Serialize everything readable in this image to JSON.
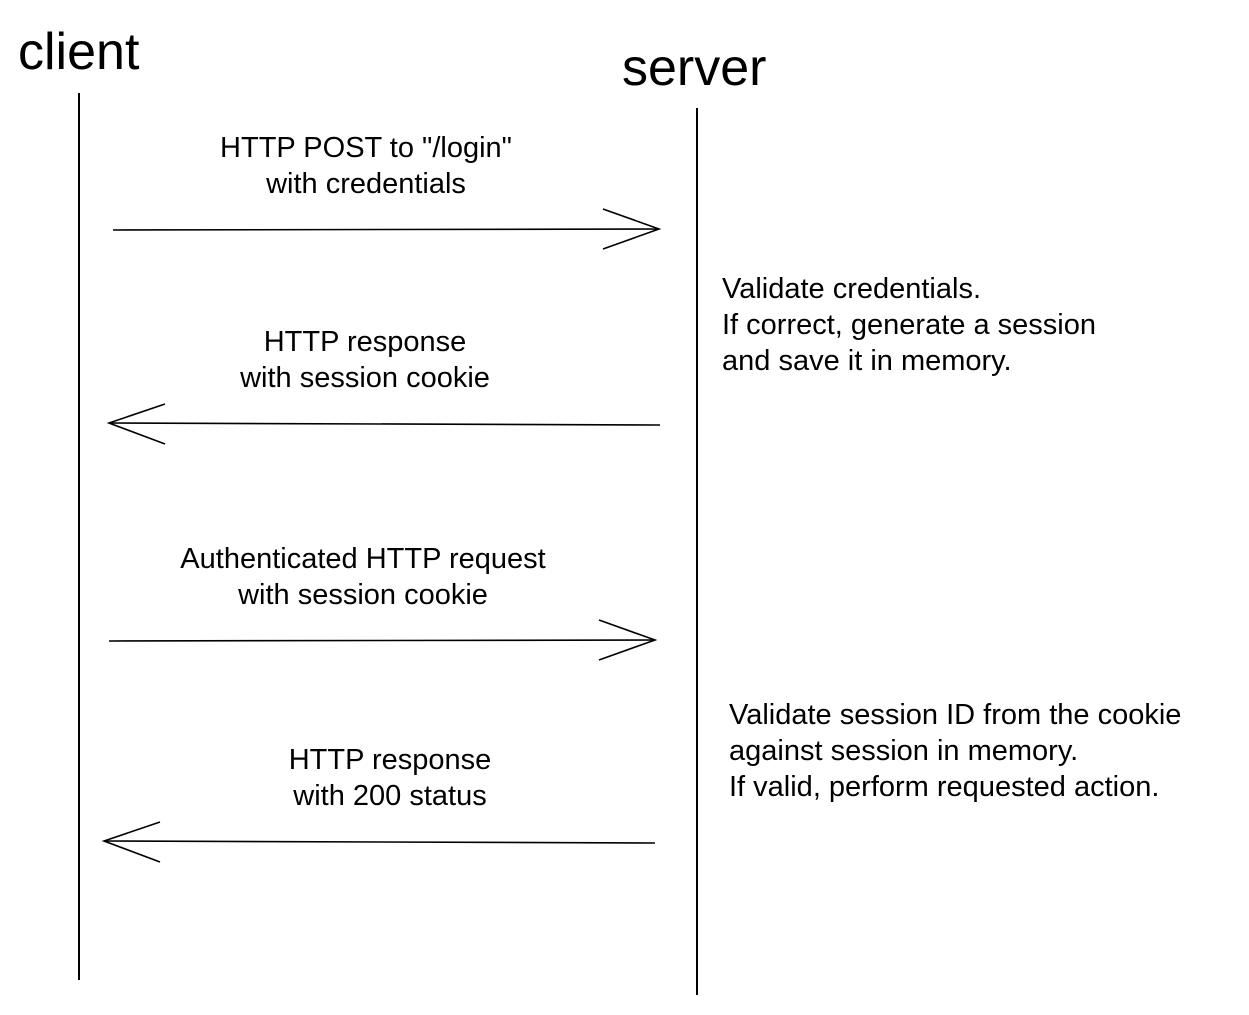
{
  "actors": {
    "client": "client",
    "server": "server"
  },
  "messages": [
    {
      "direction": "client-to-server",
      "lines": [
        "HTTP POST to \"/login\"",
        "with credentials"
      ]
    },
    {
      "direction": "server-to-client",
      "lines": [
        "HTTP response",
        "with session cookie"
      ]
    },
    {
      "direction": "client-to-server",
      "lines": [
        "Authenticated HTTP request",
        "with session cookie"
      ]
    },
    {
      "direction": "server-to-client",
      "lines": [
        "HTTP response",
        "with 200 status"
      ]
    }
  ],
  "notes": [
    {
      "lines": [
        "Validate credentials.",
        "If correct, generate a session",
        "and save it in memory."
      ]
    },
    {
      "lines": [
        "Validate session ID from the cookie",
        "against session in memory.",
        "If valid, perform requested action."
      ]
    }
  ],
  "colors": {
    "line": "#000000",
    "background": "#ffffff"
  }
}
